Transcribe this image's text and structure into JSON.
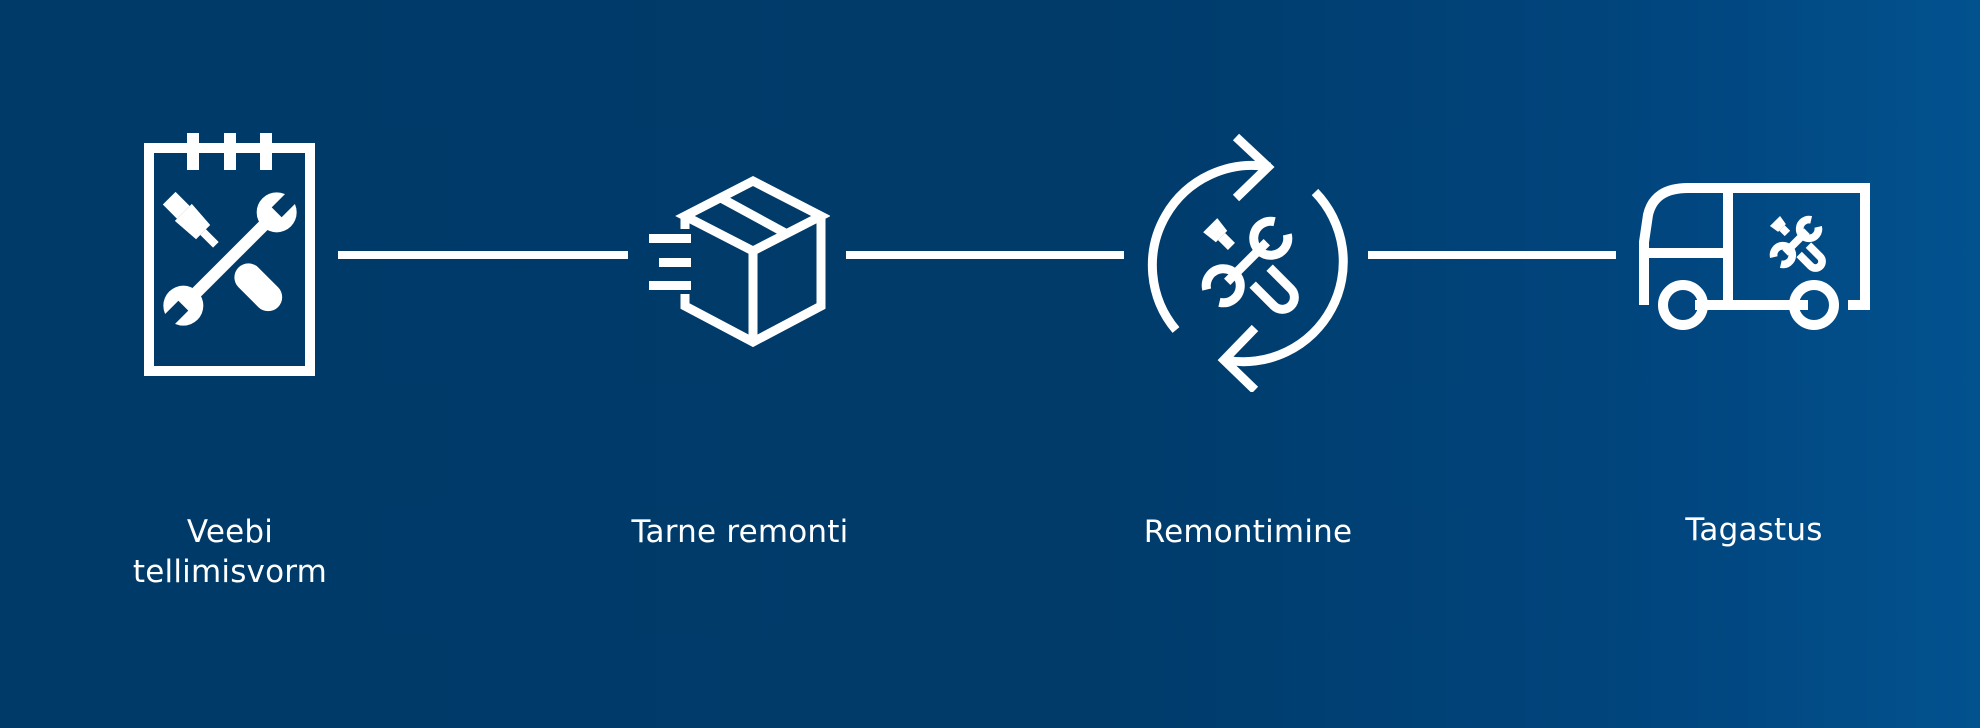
{
  "diagram": {
    "type": "process-flow",
    "background": {
      "from": "#003a69",
      "to": "#02528f"
    },
    "line_color": "#ffffff",
    "steps": [
      {
        "label_line1": "Veebi",
        "label_line2": "tellimisvorm",
        "icon": "notepad-tools-icon"
      },
      {
        "label_line1": "Tarne remonti",
        "icon": "shipping-box-icon"
      },
      {
        "label_line1": "Remontimine",
        "icon": "repair-cycle-icon"
      },
      {
        "label_line1": "Tagastus",
        "icon": "delivery-van-icon"
      }
    ],
    "connectors": [
      {
        "from": 0,
        "to": 1
      },
      {
        "from": 1,
        "to": 2
      },
      {
        "from": 2,
        "to": 3
      }
    ]
  }
}
